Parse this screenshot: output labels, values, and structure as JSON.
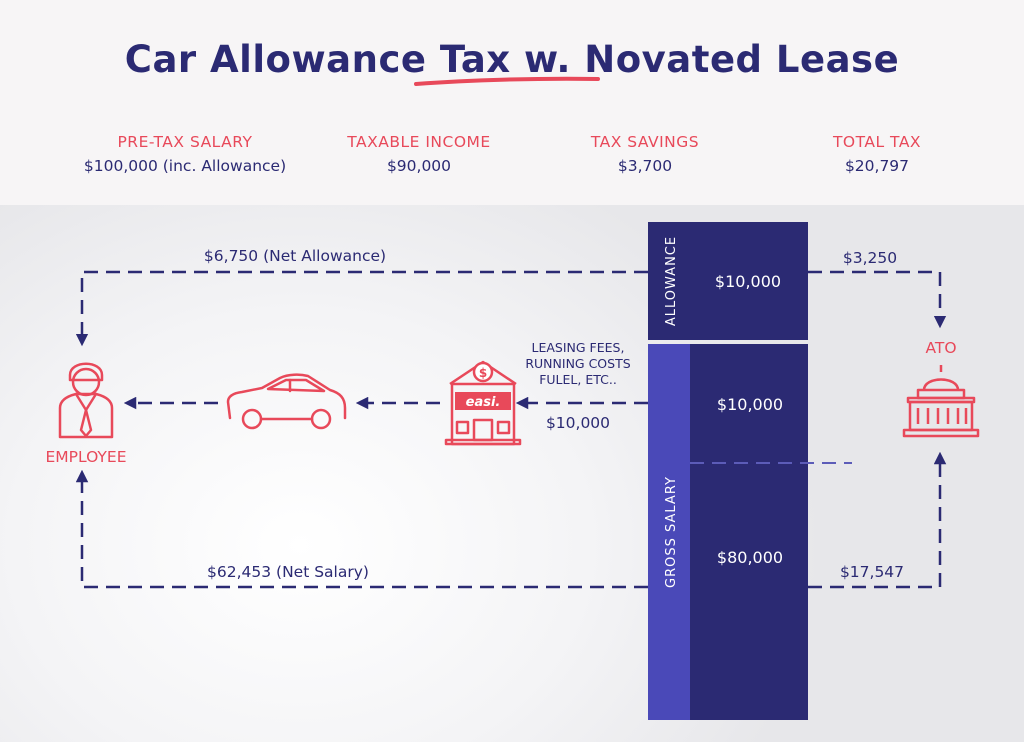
{
  "title": "Car Allowance Tax w. Novated Lease",
  "stats": [
    {
      "label": "PRE-TAX SALARY",
      "value": "$100,000 (inc. Allowance)"
    },
    {
      "label": "TAXABLE INCOME",
      "value": "$90,000"
    },
    {
      "label": "TAX SAVINGS",
      "value": "$3,700"
    },
    {
      "label": "TOTAL TAX",
      "value": "$20,797"
    }
  ],
  "flows": {
    "net_allowance": "$6,750 (Net Allowance)",
    "net_salary": "$62,453 (Net Salary)",
    "allowance_tax": "$3,250",
    "salary_tax": "$17,547",
    "leasing_line1": "LEASING FEES,",
    "leasing_line2": "RUNNING COSTS",
    "leasing_line3": "FULEL, ETC..",
    "leasing_amount": "$10,000"
  },
  "bar": {
    "allowance_label": "ALLOWANCE",
    "gross_label": "GROSS SALARY",
    "allowance_amount": "$10,000",
    "sacrifice_amount": "$10,000",
    "salary_amount": "$80,000"
  },
  "nodes": {
    "employee": "EMPLOYEE",
    "ato": "ATO",
    "lessor_logo": "easi."
  },
  "colors": {
    "navy": "#2b2a73",
    "red": "#e8495a",
    "purple": "#4a49b8"
  }
}
